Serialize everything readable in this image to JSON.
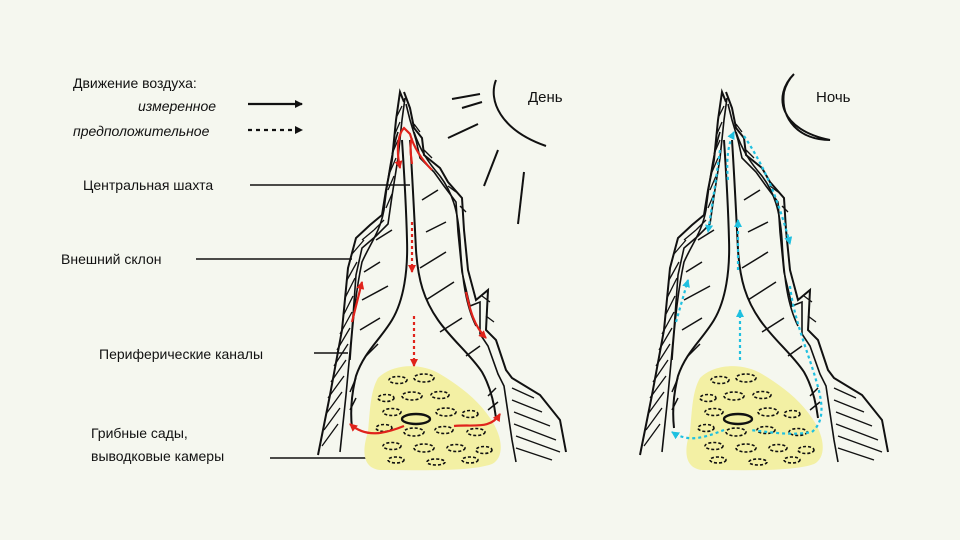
{
  "legend": {
    "title": "Движение воздуха:",
    "measured_label": "измеренное",
    "assumed_label": "предположительное"
  },
  "labels": {
    "central_shaft": "Центральная шахта",
    "outer_slope": "Внешний склон",
    "peripheral_channels": "Периферические каналы",
    "gardens_line1": "Грибные сады,",
    "gardens_line2": "выводковые камеры"
  },
  "panels": {
    "day": "День",
    "night": "Ночь"
  },
  "colors": {
    "background": "#f5f7ef",
    "ink": "#111111",
    "day_air": "#e0231b",
    "night_air": "#1fc0e0",
    "fungus_garden": "#f3f0a4"
  },
  "icons": {
    "day": "sun-rays-icon",
    "night": "crescent-moon-icon"
  }
}
